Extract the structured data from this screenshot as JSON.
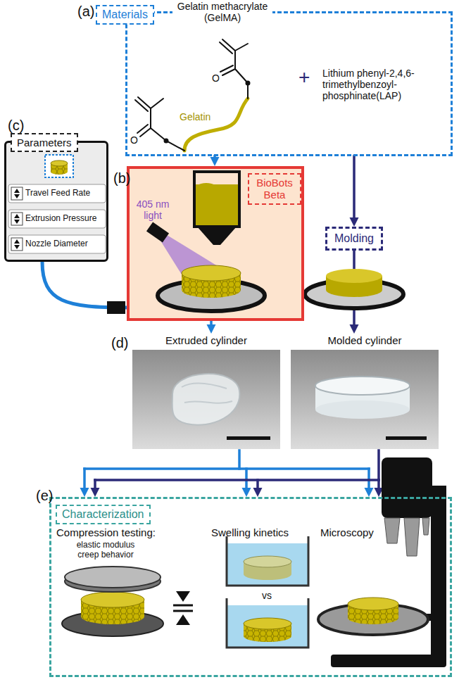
{
  "diagram": {
    "nodes": [
      {
        "text": [
          "(a)",
          "Materials"
        ]
      },
      {
        "text": [
          "(c)",
          "Parameters"
        ]
      },
      {
        "text": [
          "(b)",
          "BioBots Beta"
        ]
      },
      {
        "text": [
          "Molding"
        ]
      },
      {
        "text": [
          "Extruded cylinder"
        ]
      },
      {
        "text": [
          "Molded cylinder"
        ]
      },
      {
        "text": [
          "(e)",
          "Characterization"
        ]
      }
    ],
    "edges": [
      {
        "from": 0,
        "to": 2,
        "arrow": "to"
      },
      {
        "from": 0,
        "to": 3,
        "arrow": "to"
      },
      {
        "from": 1,
        "to": 2,
        "arrow": "none"
      },
      {
        "from": 2,
        "to": 4,
        "arrow": "to"
      },
      {
        "from": 3,
        "to": 5,
        "arrow": "to"
      },
      {
        "from": 4,
        "to": 6,
        "arrow": "to"
      },
      {
        "from": 5,
        "to": 6,
        "arrow": "to"
      }
    ],
    "labels": [
      "Gelatin methacrylate (GelMA)",
      "O",
      "O",
      "Gelatin",
      "+",
      "Lithium phenyl-2,4,6-trimethylbenzoyl-phosphinate(LAP)",
      "Travel Feed Rate",
      "Extrusion Pressure",
      "Nozzle Diameter",
      "405 nm light",
      "(d)",
      "Compression testing:",
      "elastic modulus creep behavior",
      "Swelling kinetics",
      "vs",
      "Microscopy"
    ]
  }
}
